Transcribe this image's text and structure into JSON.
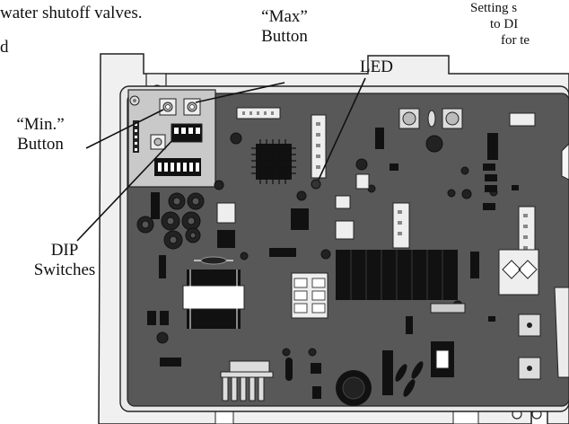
{
  "top_text": {
    "line_left": "water shutoff valves.",
    "line_left_2": "d",
    "right_line_1": "Setting s",
    "right_line_2": "to DI",
    "right_line_3": "for te"
  },
  "callouts": {
    "max_button_line1": "“Max”",
    "max_button_line2": "Button",
    "led": "LED",
    "min_button_line1": "“Min.”",
    "min_button_line2": "Button",
    "dip_line1": "DIP",
    "dip_line2": "Switches"
  },
  "colors": {
    "board": "#555555",
    "tray": "#eeeeee",
    "subboard": "#c8c8c8",
    "component": "#111111",
    "connector": "#e8e8e8"
  }
}
